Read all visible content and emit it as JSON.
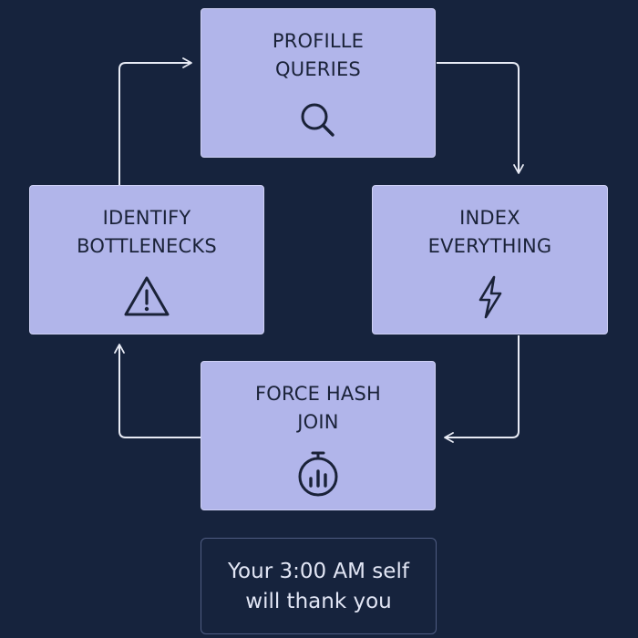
{
  "diagram": {
    "nodes": [
      {
        "id": "profile",
        "label": "PROFILLE\nQUERIES",
        "icon": "magnifier-icon"
      },
      {
        "id": "index",
        "label": "INDEX\nEVERYTHING",
        "icon": "lightning-bolt-icon"
      },
      {
        "id": "hash",
        "label": "FORCE HASH\nJOIN",
        "icon": "stopwatch-icon"
      },
      {
        "id": "identify",
        "label": "IDENTIFY\nBOTTLENECKS",
        "icon": "warning-triangle-icon"
      }
    ],
    "edges": [
      {
        "from": "profile",
        "to": "index"
      },
      {
        "from": "index",
        "to": "hash"
      },
      {
        "from": "hash",
        "to": "identify"
      },
      {
        "from": "identify",
        "to": "profile"
      }
    ],
    "note": "Your 3:00 AM self\nwill thank you"
  },
  "colors": {
    "background": "#16233d",
    "box_fill": "#b1b5ea",
    "box_text": "#1a2238",
    "arrow": "#e8ebf5",
    "note_border": "#4f5c82",
    "note_text": "#e2e6f5"
  }
}
